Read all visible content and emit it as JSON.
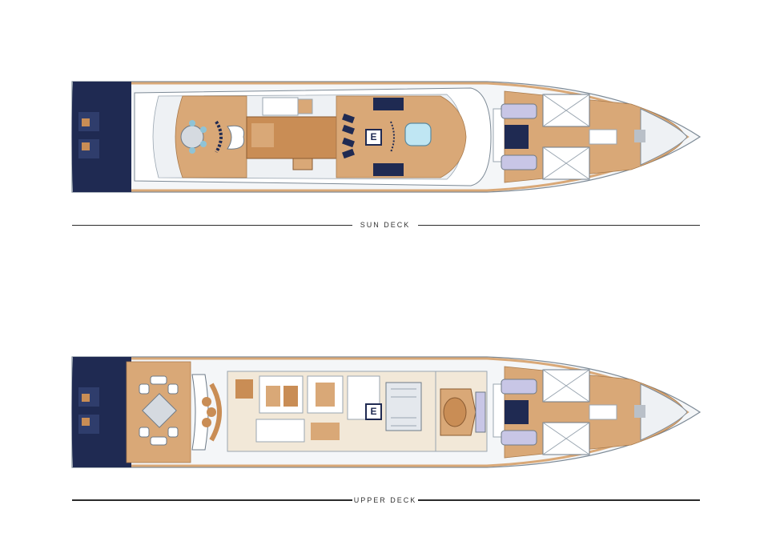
{
  "colors": {
    "teak": "#d9a877",
    "teak_dark": "#c98d55",
    "hull_white": "#f4f6f8",
    "outline": "#7d8a96",
    "navy": "#1f2a52",
    "pool": "#bfe6f3",
    "interior_cream": "#f2e8d8",
    "sofa_lavender": "#c8c6e6"
  },
  "decks": [
    {
      "label": "SUN DECK",
      "badge": "E"
    },
    {
      "label": "UPPER DECK",
      "badge": "E"
    }
  ]
}
